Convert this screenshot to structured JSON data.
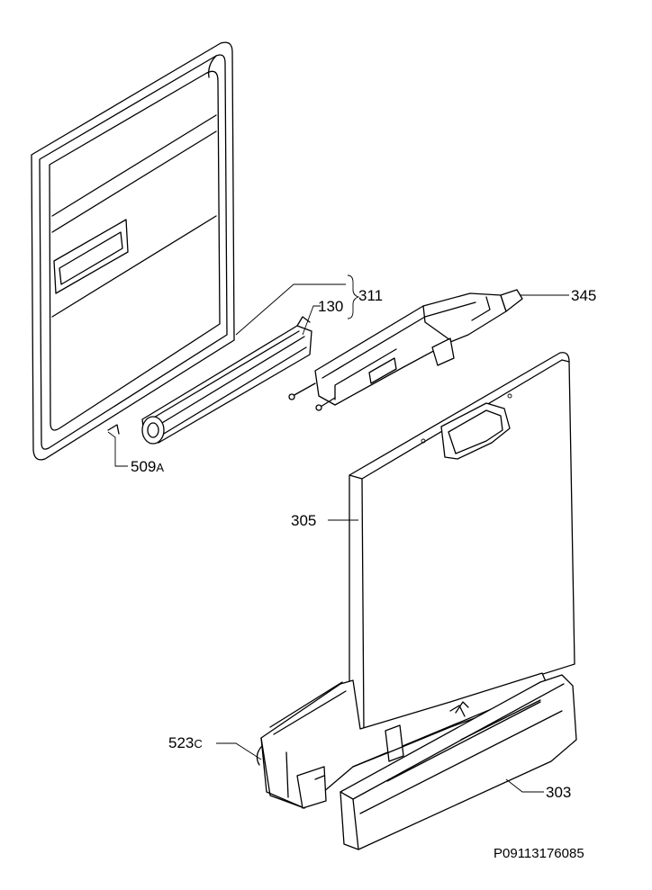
{
  "parts": [
    {
      "id": "inner-door-panel",
      "number": "509",
      "suffix": "A"
    },
    {
      "id": "door-seal",
      "number": "130",
      "suffix": ""
    },
    {
      "id": "door-assembly",
      "number": "311",
      "suffix": ""
    },
    {
      "id": "lock-mechanism",
      "number": "345",
      "suffix": ""
    },
    {
      "id": "outer-door-panel",
      "number": "305",
      "suffix": ""
    },
    {
      "id": "control-housing",
      "number": "523",
      "suffix": "C"
    },
    {
      "id": "control-panel",
      "number": "303",
      "suffix": ""
    }
  ],
  "figure_code": "P09113176085",
  "colors": {
    "line": "#000000",
    "background": "#ffffff"
  }
}
